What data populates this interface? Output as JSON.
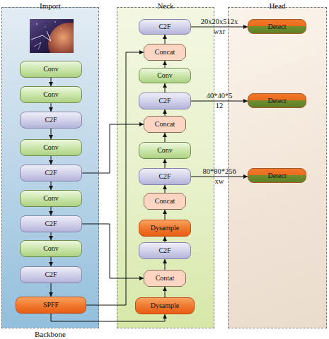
{
  "diagram": {
    "nodes": [
      {
        "text": [
          "Import",
          "Backbone"
        ]
      },
      {
        "text": [
          "Conv"
        ],
        "in": 0
      },
      {
        "text": [
          "Conv"
        ],
        "in": 0
      },
      {
        "text": [
          "C2F"
        ],
        "in": 0
      },
      {
        "text": [
          "Conv"
        ],
        "in": 0
      },
      {
        "text": [
          "C2F"
        ],
        "in": 0
      },
      {
        "text": [
          "Conv"
        ],
        "in": 0
      },
      {
        "text": [
          "C2F"
        ],
        "in": 0
      },
      {
        "text": [
          "Conv"
        ],
        "in": 0
      },
      {
        "text": [
          "C2F"
        ],
        "in": 0
      },
      {
        "text": [
          "SPFF"
        ],
        "in": 0
      },
      {
        "text": [
          "Neck"
        ]
      },
      {
        "text": [
          "C2F"
        ],
        "in": 11
      },
      {
        "text": [
          "Concat"
        ],
        "in": 11
      },
      {
        "text": [
          "Conv"
        ],
        "in": 11
      },
      {
        "text": [
          "C2F"
        ],
        "in": 11
      },
      {
        "text": [
          "Concat"
        ],
        "in": 11
      },
      {
        "text": [
          "Conv"
        ],
        "in": 11
      },
      {
        "text": [
          "C2F"
        ],
        "in": 11
      },
      {
        "text": [
          "Concat"
        ],
        "in": 11
      },
      {
        "text": [
          "Dysample"
        ],
        "in": 11
      },
      {
        "text": [
          "C2F"
        ],
        "in": 11
      },
      {
        "text": [
          "Contat"
        ],
        "in": 11
      },
      {
        "text": [
          "Dysample"
        ],
        "in": 11
      },
      {
        "text": [
          "Head"
        ]
      },
      {
        "text": [
          "Detect"
        ],
        "in": 24
      },
      {
        "text": [
          "Detect"
        ],
        "in": 24
      },
      {
        "text": [
          "Detect"
        ],
        "in": 24
      }
    ],
    "edges": [
      {
        "from": 1,
        "to": 2,
        "arrow": "to"
      },
      {
        "from": 2,
        "to": 3,
        "arrow": "to"
      },
      {
        "from": 3,
        "to": 4,
        "arrow": "to"
      },
      {
        "from": 4,
        "to": 5,
        "arrow": "to"
      },
      {
        "from": 5,
        "to": 6,
        "arrow": "to"
      },
      {
        "from": 6,
        "to": 7,
        "arrow": "to"
      },
      {
        "from": 7,
        "to": 8,
        "arrow": "to"
      },
      {
        "from": 8,
        "to": 9,
        "arrow": "to"
      },
      {
        "from": 9,
        "to": 10,
        "arrow": "to"
      },
      {
        "from": 23,
        "to": 22,
        "arrow": "to"
      },
      {
        "from": 22,
        "to": 21,
        "arrow": "to"
      },
      {
        "from": 21,
        "to": 20,
        "arrow": "to"
      },
      {
        "from": 20,
        "to": 19,
        "arrow": "to"
      },
      {
        "from": 19,
        "to": 18,
        "arrow": "to"
      },
      {
        "from": 18,
        "to": 17,
        "arrow": "to"
      },
      {
        "from": 17,
        "to": 16,
        "arrow": "to"
      },
      {
        "from": 16,
        "to": 15,
        "arrow": "to"
      },
      {
        "from": 15,
        "to": 14,
        "arrow": "to"
      },
      {
        "from": 14,
        "to": 13,
        "arrow": "to"
      },
      {
        "from": 13,
        "to": 12,
        "arrow": "to"
      },
      {
        "from": 10,
        "to": 23,
        "arrow": "to"
      },
      {
        "from": 10,
        "to": 13,
        "arrow": "to"
      },
      {
        "from": 5,
        "to": 16,
        "arrow": "to"
      },
      {
        "from": 7,
        "to": 22,
        "arrow": "to"
      },
      {
        "from": 12,
        "to": 25,
        "label": "20x20x512x wxr",
        "arrow": "to"
      },
      {
        "from": 15,
        "to": 26,
        "label": "40*40*5 12",
        "arrow": "to"
      },
      {
        "from": 18,
        "to": 27,
        "label": "80*80*256 xw",
        "arrow": "to"
      }
    ]
  }
}
